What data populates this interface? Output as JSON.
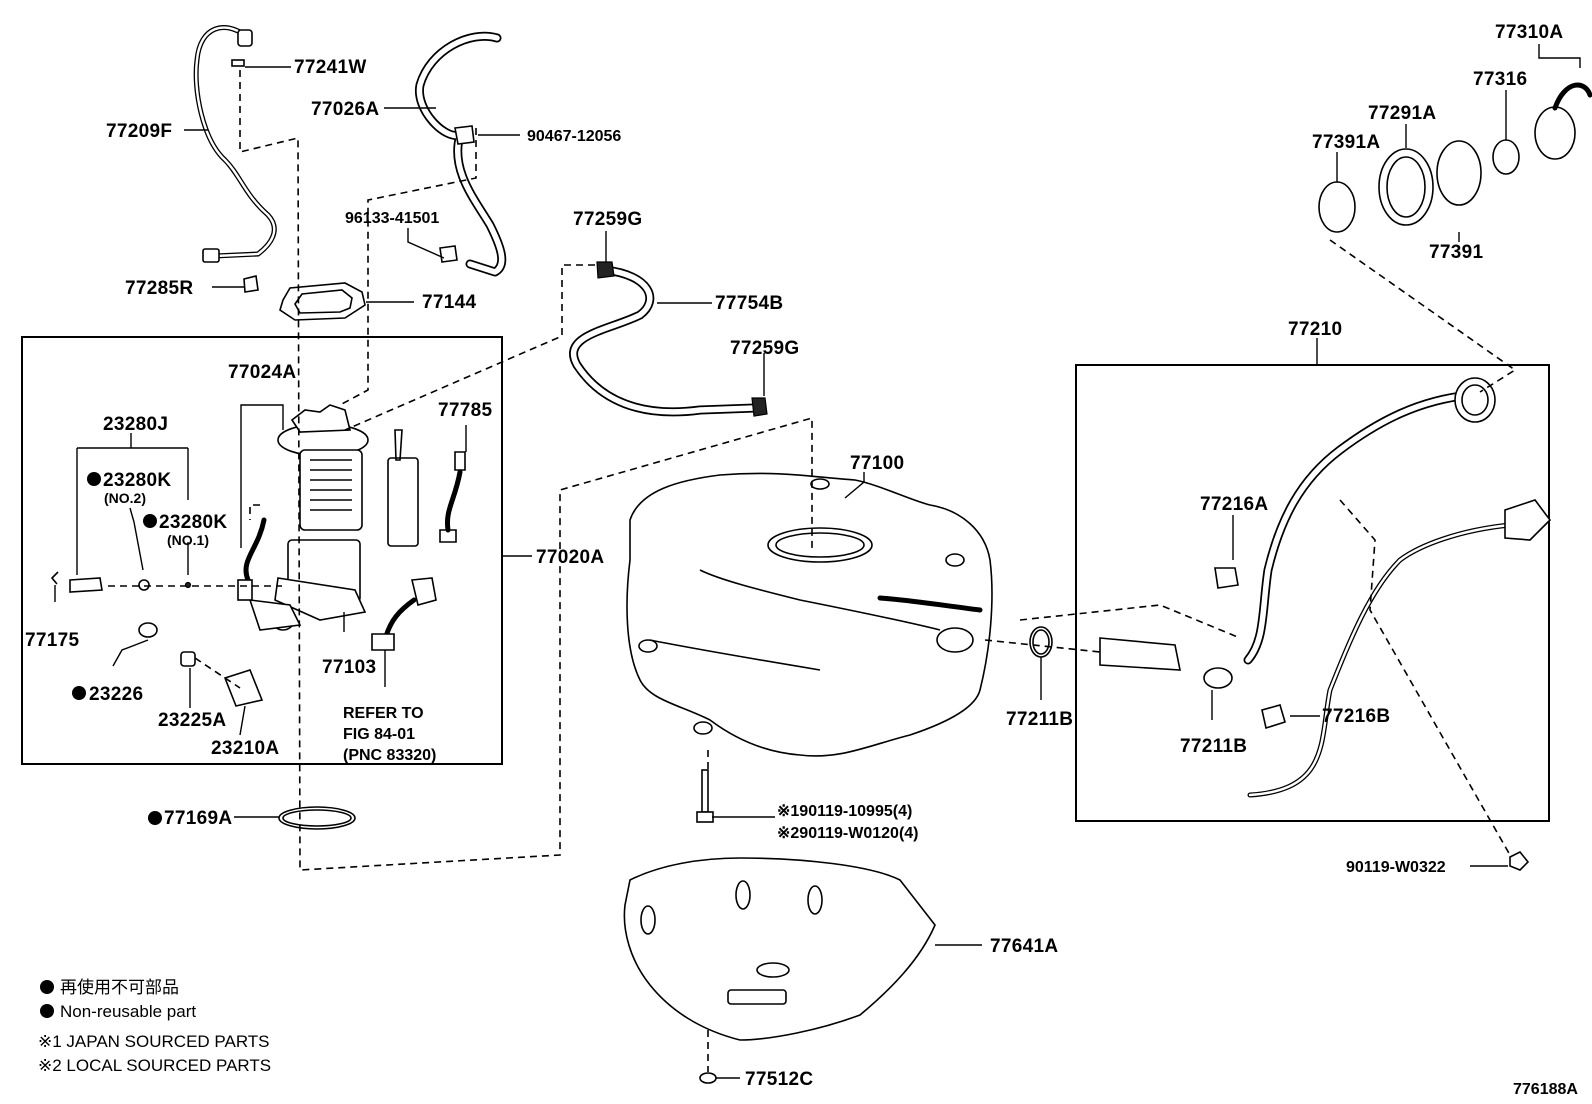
{
  "diagram": {
    "figure_code": "776188A",
    "labels": {
      "p77241W": "77241W",
      "p77209F": "77209F",
      "p77026A": "77026A",
      "p90467": "90467-12056",
      "p96133": "96133-41501",
      "p77285R": "77285R",
      "p77144": "77144",
      "p77259G_top": "77259G",
      "p77754B": "77754B",
      "p77259G_mid": "77259G",
      "p77024A": "77024A",
      "p23280J": "23280J",
      "p23280K_no2": "23280K",
      "p23280K_no2_sub": "(NO.2)",
      "p23280K_no1": "23280K",
      "p23280K_no1_sub": "(NO.1)",
      "p77785": "77785",
      "p77020A": "77020A",
      "p77175": "77175",
      "p23226": "23226",
      "p23225A": "23225A",
      "p23210A": "23210A",
      "p77103": "77103",
      "refer_line1": "REFER TO",
      "refer_line2": "FIG 84-01",
      "refer_line3": "(PNC 83320)",
      "p77169A": "77169A",
      "p77100": "77100",
      "p77211B_a": "77211B",
      "p77211B_b": "77211B",
      "p77210": "77210",
      "p77216A": "77216A",
      "p77216B": "77216B",
      "p77310A": "77310A",
      "p77316": "77316",
      "p77291A": "77291A",
      "p77391A": "77391A",
      "p77391": "77391",
      "p90119_1": "※190119-10995(4)",
      "p90119_2": "※290119-W0120(4)",
      "p90119_W0322": "90119-W0322",
      "p77641A": "77641A",
      "p77512C": "77512C"
    },
    "legend": {
      "line1": "再使用不可部品",
      "line2": "Non-reusable part",
      "line3": "※1 JAPAN SOURCED PARTS",
      "line4": "※2 LOCAL SOURCED PARTS"
    }
  }
}
